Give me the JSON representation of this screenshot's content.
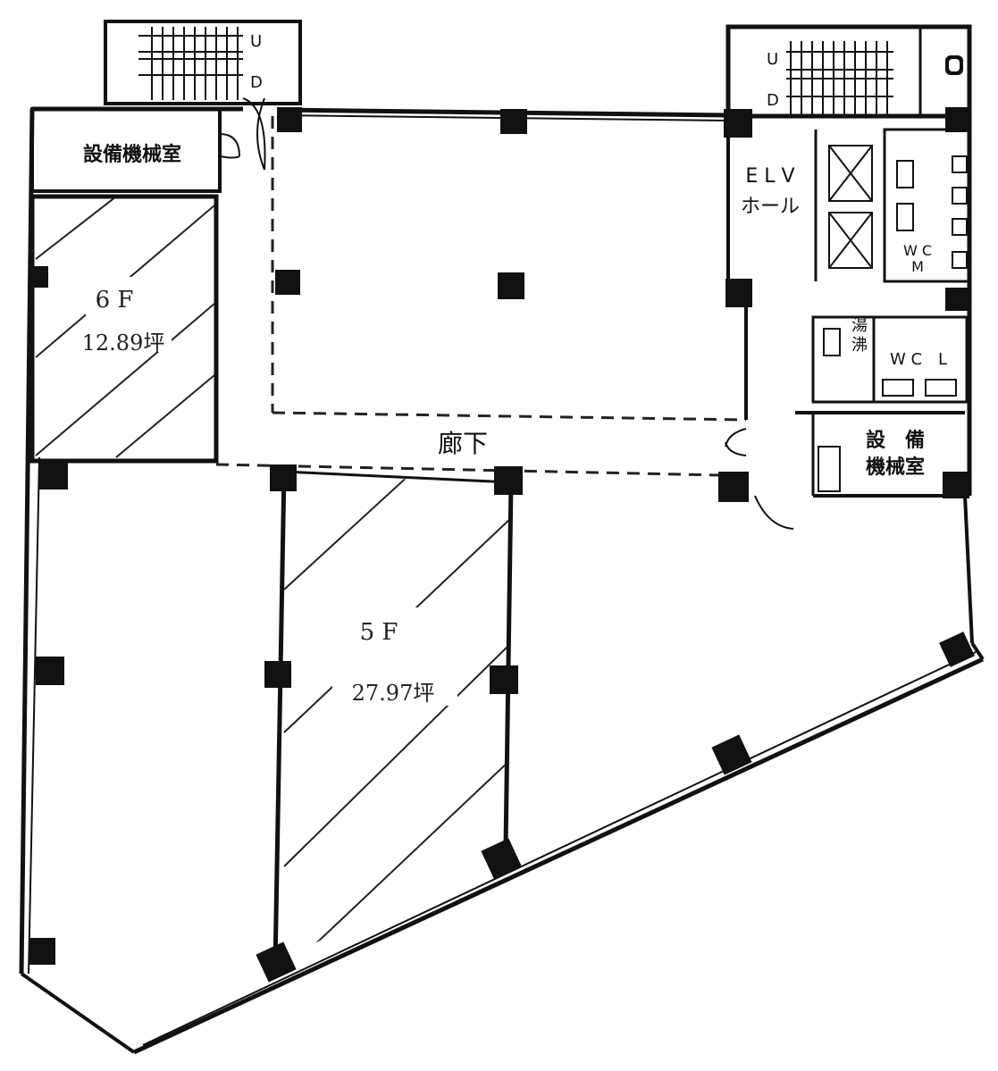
{
  "labels": {
    "mech_room_top": "設備機械室",
    "mech_room_right_line1": "設　備",
    "mech_room_right_line2": "機械室",
    "elv_line1": "E L V",
    "elv_line2": "ホール",
    "corridor": "廊下",
    "yuwakashi_1": "湯",
    "yuwakashi_2": "沸",
    "wc_m_line1": "W C",
    "wc_m_line2": "M",
    "wc_l": "W C　L",
    "stair_up_left": "U",
    "stair_down_left": "D",
    "stair_up_right": "U",
    "stair_down_right": "D"
  },
  "units": [
    {
      "floor": "6 F",
      "area": "12.89坪"
    },
    {
      "floor": "5 F",
      "area": "27.97坪"
    }
  ]
}
